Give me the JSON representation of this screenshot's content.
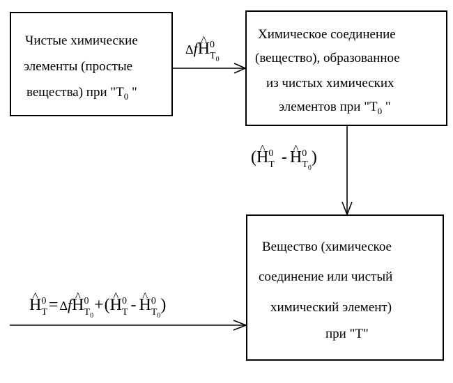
{
  "colors": {
    "stroke": "#000000",
    "background": "#ffffff"
  },
  "box1": {
    "lines": [
      "Чистые химические",
      "элементы (простые",
      "вещества) при \"Т",
      "\""
    ],
    "subscript": "0"
  },
  "box2": {
    "lines": [
      "Химическое соединение",
      "(вещество), образованное",
      "из чистых химических",
      "элементов при \"Т",
      "\""
    ],
    "subscript": "0"
  },
  "box3": {
    "lines": [
      "Вещество (химическое",
      "соединение или чистый",
      "химический элемент)",
      "при \"Т\""
    ]
  },
  "formulas": {
    "top_arrow": {
      "delta": "Δ",
      "f": "f",
      "H": "H",
      "hat": "^",
      "sup": "0",
      "sub_T": "T",
      "sub_0": "0"
    },
    "vertical_arrow": {
      "open": "(",
      "H1": "H",
      "hat1": "^",
      "sup1": "0",
      "sub1": "T",
      "minus": "-",
      "H2": "H",
      "hat2": "^",
      "sup2": "0",
      "sub2_T": "T",
      "sub2_0": "0",
      "close": ")"
    },
    "bottom_arrow": {
      "H_lhs": "H",
      "hat_lhs": "^",
      "sup_lhs": "0",
      "sub_lhs": "T",
      "equals": "=",
      "delta": "Δ",
      "f": "f",
      "H_a": "H",
      "hat_a": "^",
      "sup_a": "0",
      "sub_a_T": "T",
      "sub_a_0": "0",
      "plus": "+",
      "open": "(",
      "H_b": "H",
      "hat_b": "^",
      "sup_b": "0",
      "sub_b": "T",
      "minus": "-",
      "H_c": "H",
      "hat_c": "^",
      "sup_c": "0",
      "sub_c_T": "T",
      "sub_c_0": "0",
      "close": ")"
    }
  }
}
